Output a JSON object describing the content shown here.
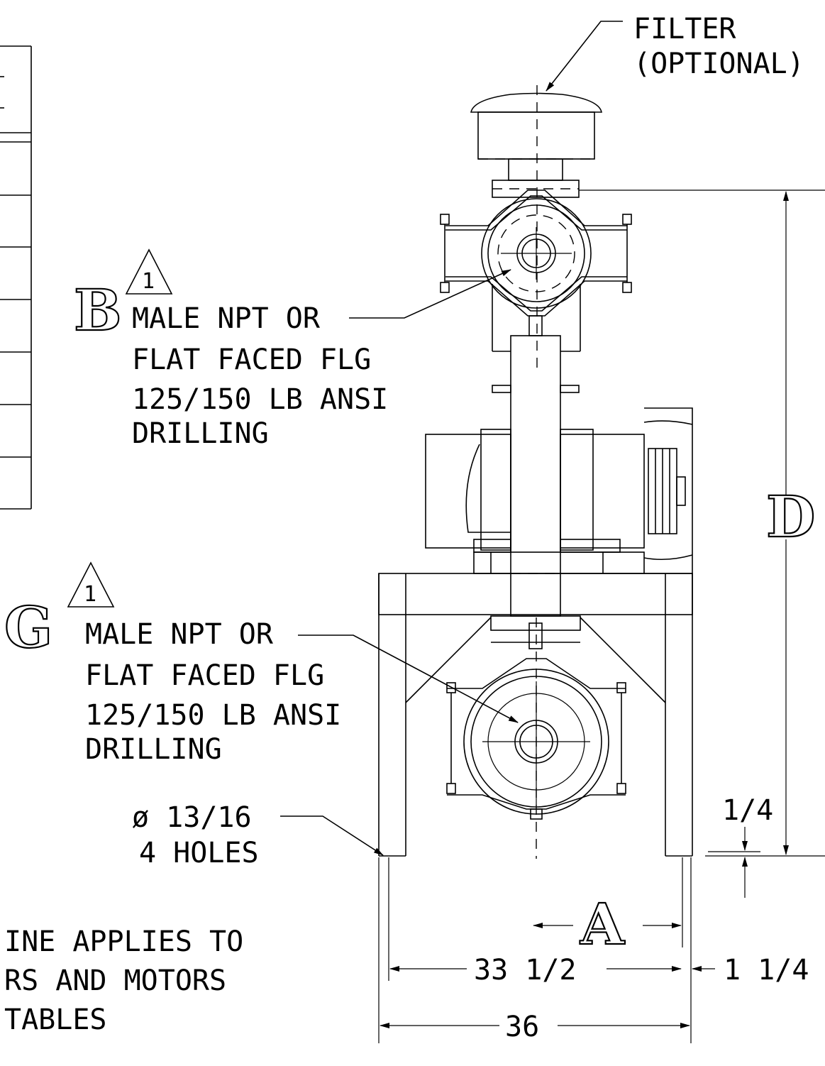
{
  "callouts": {
    "filter": [
      "FILTER",
      "(OPTIONAL)"
    ],
    "inlet_letter": "B",
    "inlet_lines": [
      "MALE NPT OR",
      "FLAT FACED FLG",
      "125/150 LB ANSI",
      "DRILLING"
    ],
    "outlet_letter": "G",
    "outlet_lines": [
      "MALE NPT OR",
      "FLAT FACED FLG",
      "125/150 LB ANSI",
      "DRILLING"
    ],
    "revision_mark": "1",
    "holes": [
      "ø 13/16",
      "4 HOLES"
    ]
  },
  "dimensions": {
    "height_letter": "D",
    "offset_letter": "A",
    "base_thickness": "1/4",
    "inner_width": "33 1/2",
    "edge_offset": "1 1/4",
    "overall_width": "36"
  },
  "note_lines": [
    "INE APPLIES TO",
    "RS AND MOTORS",
    "TABLES"
  ]
}
